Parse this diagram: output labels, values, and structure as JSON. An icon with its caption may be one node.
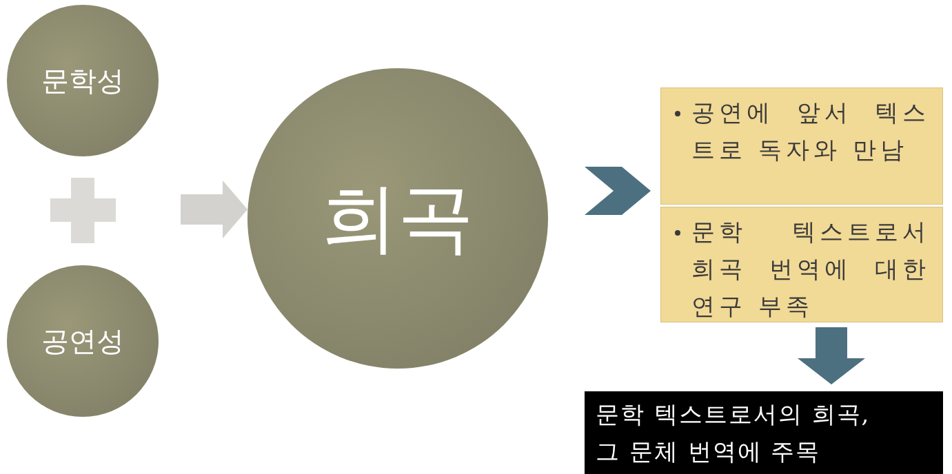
{
  "diagram": {
    "nodes": [
      {
        "text": [
          "문학성"
        ]
      },
      {
        "text": [
          "공연성"
        ]
      },
      {
        "text": [
          "희곡"
        ]
      },
      {
        "text": [
          "공연에 앞서 텍스트로 독자와 만남"
        ]
      },
      {
        "text": [
          "문학 텍스트로서 희곡 번역에 대한 연구 부족"
        ]
      },
      {
        "text": [
          "문학 텍스트로서의 희곡, 그 문체 번역에 주목"
        ]
      }
    ],
    "edges": [
      {
        "from": null,
        "to": 2,
        "arrow": "to",
        "color": "#d4d2ce"
      },
      {
        "from": 2,
        "to": 3,
        "arrow": "to",
        "color": "#4d7080"
      },
      {
        "from": 4,
        "to": 5,
        "arrow": "to",
        "color": "#4d7080"
      }
    ]
  }
}
